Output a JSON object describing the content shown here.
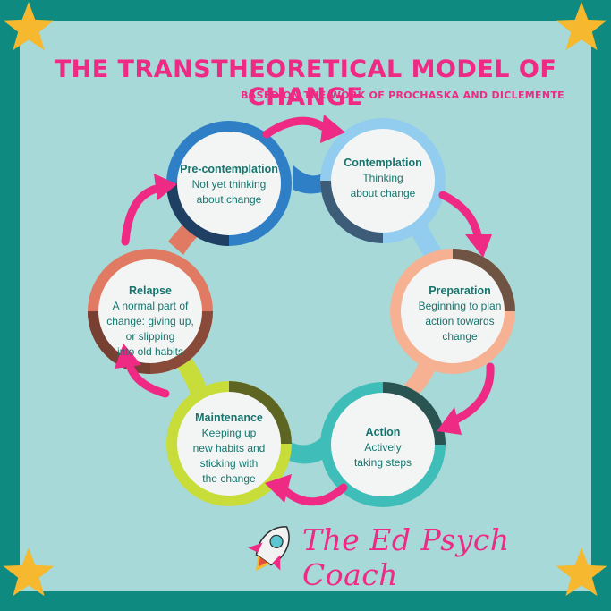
{
  "title": "THE TRANSTHEORETICAL MODEL OF CHANGE",
  "subtitle": "BASED ON THE WORK OF PROCHASKA AND DICLEMENTE",
  "brand": "The Ed Psych Coach",
  "colors": {
    "frame": "#0f8a80",
    "background": "#a6d9d8",
    "accent": "#ee2a85",
    "text": "#15756d",
    "star": "#f5b82e"
  },
  "stages": [
    {
      "name": "Pre-contemplation",
      "desc": "Not yet thinking\nabout change",
      "ring": "#2f7fc6",
      "dark": "#1f3f63"
    },
    {
      "name": "Contemplation",
      "desc": "Thinking\nabout change",
      "ring": "#92ccef",
      "dark": "#3d5c77"
    },
    {
      "name": "Preparation",
      "desc": "Beginning to plan\naction towards\nchange",
      "ring": "#f6b092",
      "dark": "#6f5443"
    },
    {
      "name": "Action",
      "desc": "Actively\ntaking steps",
      "ring": "#3fbdb8",
      "dark": "#2a5452"
    },
    {
      "name": "Maintenance",
      "desc": "Keeping up\nnew habits and\nsticking with\nthe change",
      "ring": "#c9dd3a",
      "dark": "#5e6522"
    },
    {
      "name": "Relapse",
      "desc": "A normal part of\nchange: giving up,\nor slipping\ninto old habits",
      "ring": "#e07a62",
      "dark": "#6b3b30"
    }
  ]
}
